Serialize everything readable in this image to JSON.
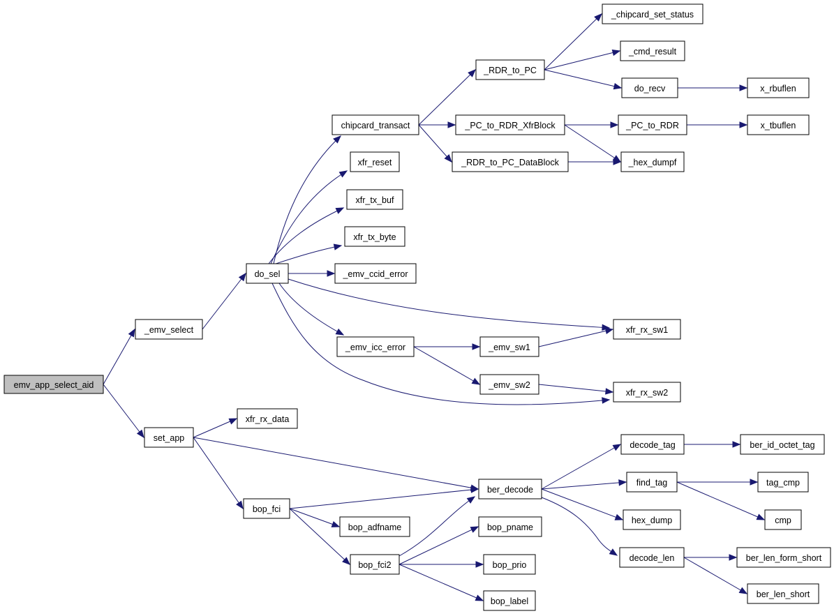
{
  "diagram": {
    "edge_color": "#191970",
    "root_fill": "#bfbfbf",
    "nodes": [
      {
        "id": "emv_app_select_aid",
        "label": "emv_app_select_aid",
        "root": true
      },
      {
        "id": "_emv_select",
        "label": "_emv_select"
      },
      {
        "id": "set_app",
        "label": "set_app"
      },
      {
        "id": "do_sel",
        "label": "do_sel"
      },
      {
        "id": "chipcard_transact",
        "label": "chipcard_transact"
      },
      {
        "id": "xfr_reset",
        "label": "xfr_reset"
      },
      {
        "id": "xfr_tx_buf",
        "label": "xfr_tx_buf"
      },
      {
        "id": "xfr_tx_byte",
        "label": "xfr_tx_byte"
      },
      {
        "id": "_emv_ccid_error",
        "label": "_emv_ccid_error"
      },
      {
        "id": "_emv_icc_error",
        "label": "_emv_icc_error"
      },
      {
        "id": "_RDR_to_PC",
        "label": "_RDR_to_PC"
      },
      {
        "id": "_PC_to_RDR_XfrBlock",
        "label": "_PC_to_RDR_XfrBlock"
      },
      {
        "id": "_RDR_to_PC_DataBlock",
        "label": "_RDR_to_PC_DataBlock"
      },
      {
        "id": "_chipcard_set_status",
        "label": "_chipcard_set_status"
      },
      {
        "id": "_cmd_result",
        "label": "_cmd_result"
      },
      {
        "id": "do_recv",
        "label": "do_recv"
      },
      {
        "id": "_PC_to_RDR",
        "label": "_PC_to_RDR"
      },
      {
        "id": "_hex_dumpf",
        "label": "_hex_dumpf"
      },
      {
        "id": "x_rbuflen",
        "label": "x_rbuflen"
      },
      {
        "id": "x_tbuflen",
        "label": "x_tbuflen"
      },
      {
        "id": "_emv_sw1",
        "label": "_emv_sw1"
      },
      {
        "id": "_emv_sw2",
        "label": "_emv_sw2"
      },
      {
        "id": "xfr_rx_sw1",
        "label": "xfr_rx_sw1"
      },
      {
        "id": "xfr_rx_sw2",
        "label": "xfr_rx_sw2"
      },
      {
        "id": "xfr_rx_data",
        "label": "xfr_rx_data"
      },
      {
        "id": "bop_fci",
        "label": "bop_fci"
      },
      {
        "id": "bop_adfname",
        "label": "bop_adfname"
      },
      {
        "id": "bop_fci2",
        "label": "bop_fci2"
      },
      {
        "id": "ber_decode",
        "label": "ber_decode"
      },
      {
        "id": "bop_pname",
        "label": "bop_pname"
      },
      {
        "id": "bop_prio",
        "label": "bop_prio"
      },
      {
        "id": "bop_label",
        "label": "bop_label"
      },
      {
        "id": "decode_tag",
        "label": "decode_tag"
      },
      {
        "id": "find_tag",
        "label": "find_tag"
      },
      {
        "id": "hex_dump",
        "label": "hex_dump"
      },
      {
        "id": "decode_len",
        "label": "decode_len"
      },
      {
        "id": "ber_id_octet_tag",
        "label": "ber_id_octet_tag"
      },
      {
        "id": "tag_cmp",
        "label": "tag_cmp"
      },
      {
        "id": "cmp",
        "label": "cmp"
      },
      {
        "id": "ber_len_form_short",
        "label": "ber_len_form_short"
      },
      {
        "id": "ber_len_short",
        "label": "ber_len_short"
      }
    ],
    "edges": [
      {
        "from": "emv_app_select_aid",
        "to": "_emv_select"
      },
      {
        "from": "emv_app_select_aid",
        "to": "set_app"
      },
      {
        "from": "_emv_select",
        "to": "do_sel"
      },
      {
        "from": "do_sel",
        "to": "chipcard_transact"
      },
      {
        "from": "do_sel",
        "to": "xfr_reset"
      },
      {
        "from": "do_sel",
        "to": "xfr_tx_buf"
      },
      {
        "from": "do_sel",
        "to": "xfr_tx_byte"
      },
      {
        "from": "do_sel",
        "to": "_emv_ccid_error"
      },
      {
        "from": "do_sel",
        "to": "xfr_rx_sw1"
      },
      {
        "from": "do_sel",
        "to": "_emv_icc_error"
      },
      {
        "from": "do_sel",
        "to": "xfr_rx_sw2"
      },
      {
        "from": "chipcard_transact",
        "to": "_RDR_to_PC"
      },
      {
        "from": "chipcard_transact",
        "to": "_PC_to_RDR_XfrBlock"
      },
      {
        "from": "chipcard_transact",
        "to": "_RDR_to_PC_DataBlock"
      },
      {
        "from": "_RDR_to_PC",
        "to": "_chipcard_set_status"
      },
      {
        "from": "_RDR_to_PC",
        "to": "_cmd_result"
      },
      {
        "from": "_RDR_to_PC",
        "to": "do_recv"
      },
      {
        "from": "do_recv",
        "to": "x_rbuflen"
      },
      {
        "from": "_PC_to_RDR_XfrBlock",
        "to": "_PC_to_RDR"
      },
      {
        "from": "_PC_to_RDR_XfrBlock",
        "to": "_hex_dumpf"
      },
      {
        "from": "_RDR_to_PC_DataBlock",
        "to": "_hex_dumpf"
      },
      {
        "from": "_PC_to_RDR",
        "to": "x_tbuflen"
      },
      {
        "from": "_emv_icc_error",
        "to": "_emv_sw1"
      },
      {
        "from": "_emv_icc_error",
        "to": "_emv_sw2"
      },
      {
        "from": "_emv_sw1",
        "to": "xfr_rx_sw1"
      },
      {
        "from": "_emv_sw2",
        "to": "xfr_rx_sw2"
      },
      {
        "from": "set_app",
        "to": "xfr_rx_data"
      },
      {
        "from": "set_app",
        "to": "ber_decode"
      },
      {
        "from": "set_app",
        "to": "bop_fci"
      },
      {
        "from": "bop_fci",
        "to": "ber_decode"
      },
      {
        "from": "bop_fci",
        "to": "bop_adfname"
      },
      {
        "from": "bop_fci",
        "to": "bop_fci2"
      },
      {
        "from": "bop_fci2",
        "to": "ber_decode"
      },
      {
        "from": "bop_fci2",
        "to": "bop_pname"
      },
      {
        "from": "bop_fci2",
        "to": "bop_prio"
      },
      {
        "from": "bop_fci2",
        "to": "bop_label"
      },
      {
        "from": "ber_decode",
        "to": "decode_tag"
      },
      {
        "from": "ber_decode",
        "to": "find_tag"
      },
      {
        "from": "ber_decode",
        "to": "hex_dump"
      },
      {
        "from": "ber_decode",
        "to": "decode_len"
      },
      {
        "from": "decode_tag",
        "to": "ber_id_octet_tag"
      },
      {
        "from": "find_tag",
        "to": "tag_cmp"
      },
      {
        "from": "find_tag",
        "to": "cmp"
      },
      {
        "from": "decode_len",
        "to": "ber_len_form_short"
      },
      {
        "from": "decode_len",
        "to": "ber_len_short"
      }
    ]
  }
}
